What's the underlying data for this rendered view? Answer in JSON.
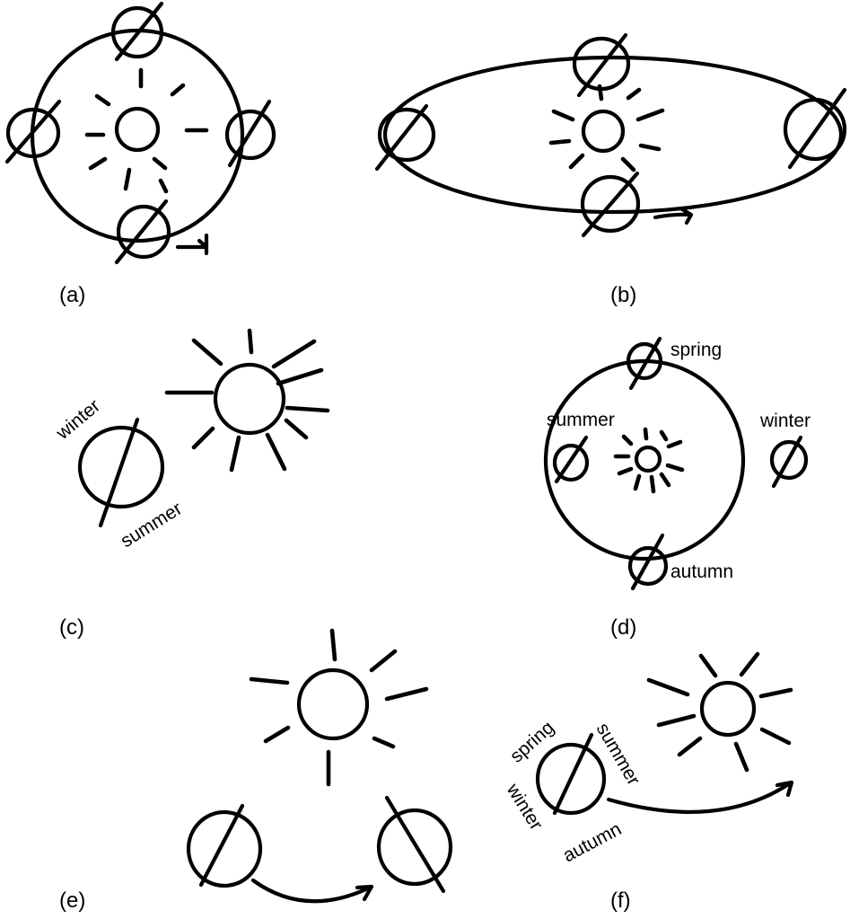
{
  "panels": {
    "a": {
      "label": "(a)"
    },
    "b": {
      "label": "(b)"
    },
    "c": {
      "label": "(c)",
      "seasons": {
        "winter": "winter",
        "summer": "summer"
      }
    },
    "d": {
      "label": "(d)",
      "seasons": {
        "spring": "spring",
        "summer": "summer",
        "winter": "winter",
        "autumn": "autumn"
      }
    },
    "e": {
      "label": "(e)"
    },
    "f": {
      "label": "(f)",
      "seasons": {
        "spring": "spring",
        "summer": "summer",
        "winter": "winter",
        "autumn": "autumn"
      }
    }
  },
  "colors": {
    "ink": "#000000",
    "background": "#ffffff"
  }
}
